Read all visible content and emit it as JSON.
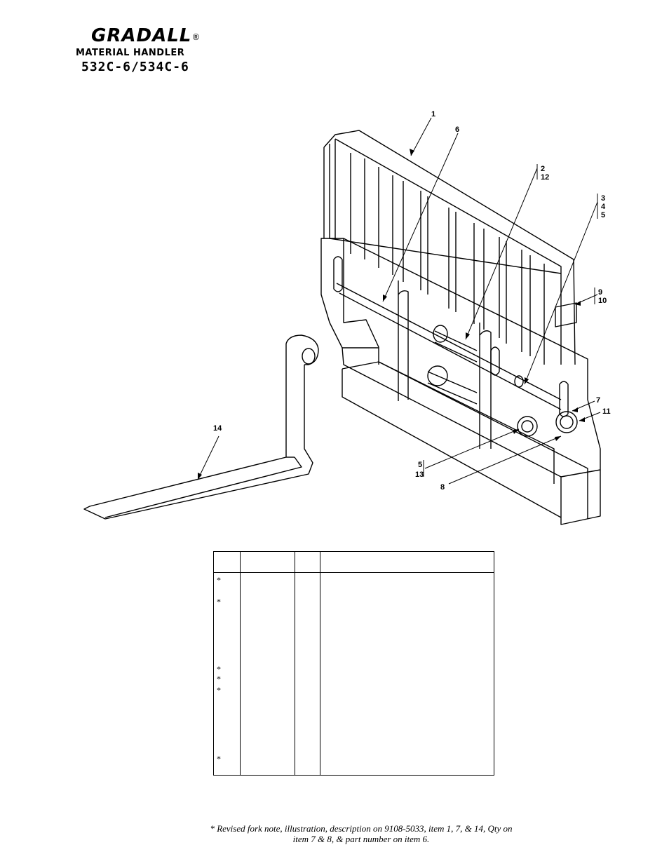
{
  "header": {
    "brand": "GRADALL",
    "registered_mark": "®",
    "subtitle": "MATERIAL HANDLER",
    "model": "532C-6/534C-6"
  },
  "callouts": {
    "c1": "1",
    "c6": "6",
    "c2_12": [
      "2",
      "12"
    ],
    "c3_4_5": [
      "3",
      "4",
      "5"
    ],
    "c9_10": [
      "9",
      "10"
    ],
    "c7": "7",
    "c11": "11",
    "c14": "14",
    "c5_13": [
      "5",
      "13"
    ],
    "c8": "8"
  },
  "table": {
    "columns": [
      "",
      "",
      "",
      ""
    ],
    "revision_marks": [
      "*",
      "*",
      "*",
      "*",
      "*",
      "*"
    ]
  },
  "footnote": {
    "line1": "* Revised fork note, illustration, description on 9108-5033, item 1, 7, & 14, Qty on",
    "line2": "item 7 & 8, & part number on item 6."
  }
}
